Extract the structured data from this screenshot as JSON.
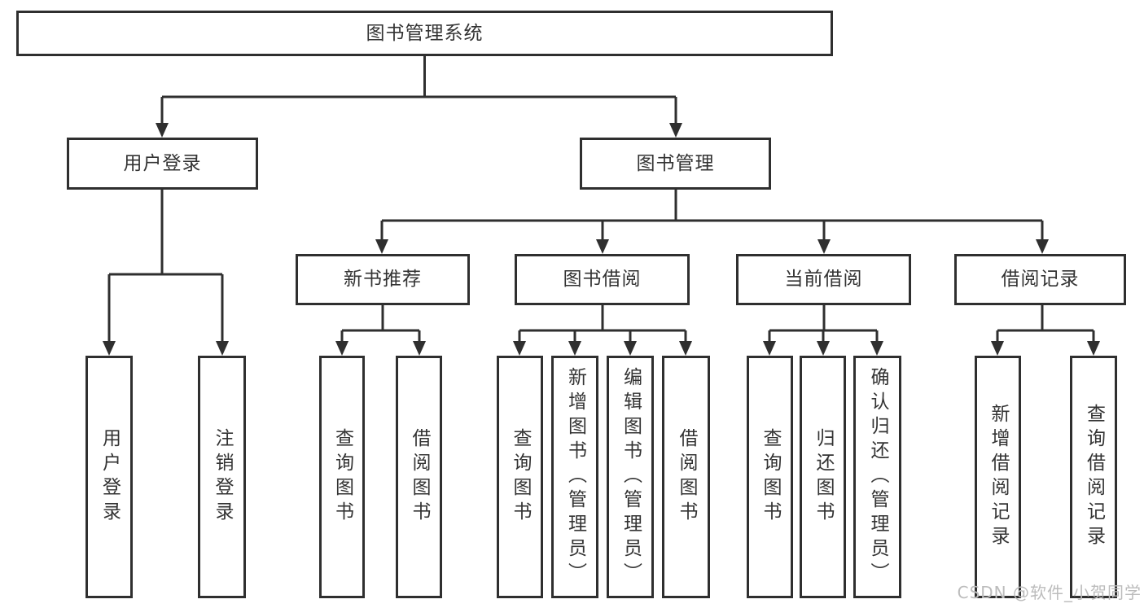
{
  "diagram": {
    "root": {
      "label": "图书管理系统"
    },
    "branches": [
      {
        "label": "用户登录"
      },
      {
        "label": "图书管理"
      }
    ],
    "sections": [
      {
        "label": "新书推荐"
      },
      {
        "label": "图书借阅"
      },
      {
        "label": "当前借阅"
      },
      {
        "label": "借阅记录"
      }
    ],
    "leaves": [
      {
        "label": "用户登录"
      },
      {
        "label": "注销登录"
      },
      {
        "label": "查询图书"
      },
      {
        "label": "借阅图书"
      },
      {
        "label": "查询图书"
      },
      {
        "label": "新增图书（管理员）"
      },
      {
        "label": "编辑图书（管理员）"
      },
      {
        "label": "借阅图书"
      },
      {
        "label": "查询图书"
      },
      {
        "label": "归还图书"
      },
      {
        "label": "确认归还（管理员）"
      },
      {
        "label": "新增借阅记录"
      },
      {
        "label": "查询借阅记录"
      }
    ]
  },
  "watermark": "CSDN @软件_小贺同学",
  "colors": {
    "line": "#2f2f2f",
    "text": "#333333",
    "watermark": "#bcbcbc",
    "background": "#ffffff"
  }
}
